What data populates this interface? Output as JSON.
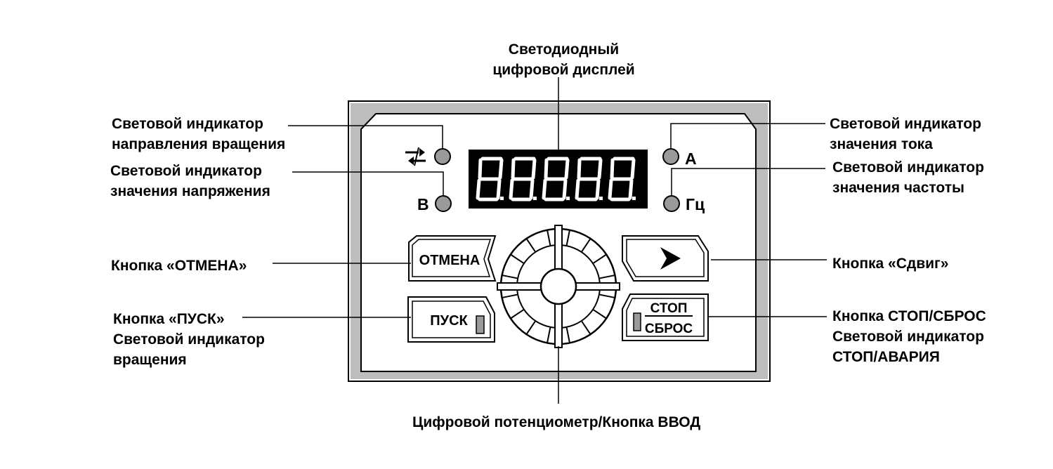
{
  "labels": {
    "display": [
      "Светодиодный",
      "цифровой дисплей"
    ],
    "direction_led": [
      "Световой индикатор",
      "направления вращения"
    ],
    "voltage_led": [
      "Световой индикатор",
      "значения напряжения"
    ],
    "current_led": [
      "Световой индикатор",
      "значения тока"
    ],
    "frequency_led": [
      "Световой индикатор",
      "значения частоты"
    ],
    "cancel_button": "Кнопка «ОТМЕНА»",
    "shift_button": "Кнопка «Сдвиг»",
    "run_button": [
      "Кнопка «ПУСК»",
      "Световой индикатор",
      "вращения"
    ],
    "stop_button": [
      "Кнопка СТОП/СБРОС",
      "Световой индикатор",
      "СТОП/АВАРИЯ"
    ],
    "potentiometer": "Цифровой потенциометр/Кнопка ВВОД"
  },
  "panel": {
    "led_voltage_unit": "В",
    "led_current_unit": "А",
    "led_frequency_unit": "Гц",
    "btn_cancel": "ОТМЕНА",
    "btn_run": "ПУСК",
    "btn_stop_top": "СТОП",
    "btn_stop_bottom": "СБРОС",
    "display_digits": 5,
    "shift_icon": "play-arrow-icon",
    "direction_icon": "direction-arrows-icon"
  },
  "colors": {
    "led_gray": "#9a9a9a",
    "panel_border": "#bdbdbd",
    "display_segment": "#ffffff"
  }
}
